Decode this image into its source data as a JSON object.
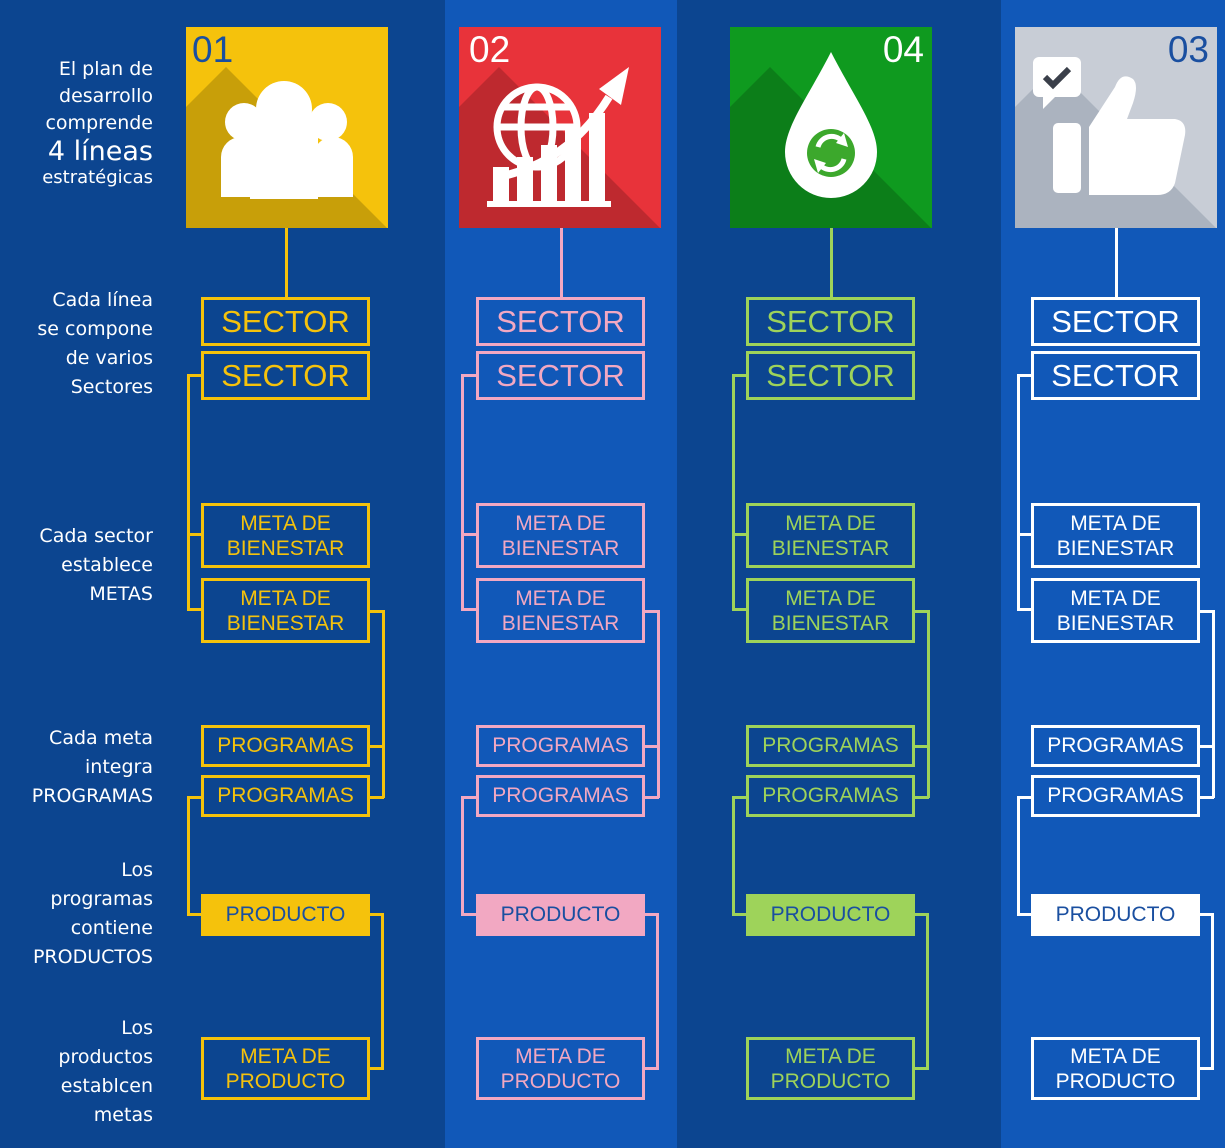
{
  "row_labels": [
    {
      "lines": [
        "El plan de",
        "desarrollo",
        "comprende"
      ],
      "emphasis": "4 líneas",
      "tail": "estratégicas"
    },
    {
      "lines": [
        "Cada línea",
        "se compone",
        "de  varios",
        "Sectores"
      ]
    },
    {
      "lines": [
        "Cada sector",
        "establece",
        "METAS"
      ]
    },
    {
      "lines": [
        "Cada meta",
        "integra",
        "PROGRAMAS"
      ]
    },
    {
      "lines": [
        "Los",
        "programas",
        "contiene",
        "PRODUCTOS"
      ]
    },
    {
      "lines": [
        "Los",
        "productos",
        "establcen",
        "metas"
      ]
    }
  ],
  "columns": [
    {
      "number": "01",
      "icon": "people-icon",
      "color": "#f5c20c",
      "sectors": [
        "SECTOR",
        "SECTOR"
      ],
      "metas": [
        [
          "META DE",
          "BIENESTAR"
        ],
        [
          "META DE",
          "BIENESTAR"
        ]
      ],
      "programs": [
        "PROGRAMAS",
        "PROGRAMAS"
      ],
      "product": "PRODUCTO",
      "product_meta": [
        "META DE",
        "PRODUCTO"
      ]
    },
    {
      "number": "02",
      "icon": "globe-growth-chart-icon",
      "color": "#f2a8c2",
      "tile_color": "#e8333a",
      "sectors": [
        "SECTOR",
        "SECTOR"
      ],
      "metas": [
        [
          "META DE",
          "BIENESTAR"
        ],
        [
          "META DE",
          "BIENESTAR"
        ]
      ],
      "programs": [
        "PROGRAMAS",
        "PROGRAMAS"
      ],
      "product": "PRODUCTO",
      "product_meta": [
        "META DE",
        "PRODUCTO"
      ]
    },
    {
      "number": "04",
      "icon": "water-drop-recycle-icon",
      "color": "#9ed35a",
      "tile_color": "#0f9a1f",
      "sectors": [
        "SECTOR",
        "SECTOR"
      ],
      "metas": [
        [
          "META DE",
          "BIENESTAR"
        ],
        [
          "META DE",
          "BIENESTAR"
        ]
      ],
      "programs": [
        "PROGRAMAS",
        "PROGRAMAS"
      ],
      "product": "PRODUCTO",
      "product_meta": [
        "META DE",
        "PRODUCTO"
      ]
    },
    {
      "number": "03",
      "icon": "thumbs-up-check-icon",
      "color": "#ffffff",
      "tile_color": "#c8cdd6",
      "sectors": [
        "SECTOR",
        "SECTOR"
      ],
      "metas": [
        [
          "META DE",
          "BIENESTAR"
        ],
        [
          "META DE",
          "BIENESTAR"
        ]
      ],
      "programs": [
        "PROGRAMAS",
        "PROGRAMAS"
      ],
      "product": "PRODUCTO",
      "product_meta": [
        "META DE",
        "PRODUCTO"
      ]
    }
  ]
}
